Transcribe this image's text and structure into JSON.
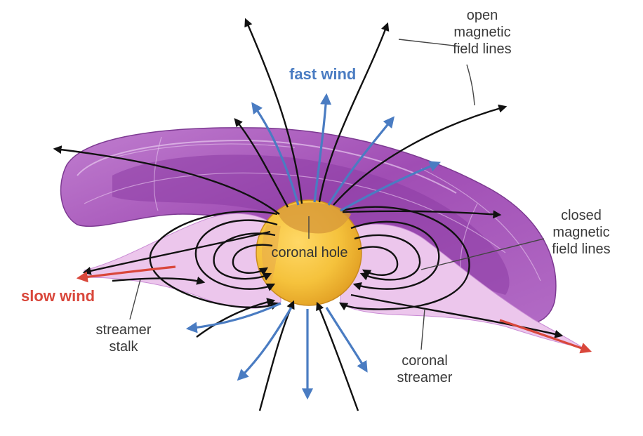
{
  "labels": {
    "open_field_lines": [
      "open",
      "magnetic",
      "field lines"
    ],
    "fast_wind": "fast wind",
    "closed_field_lines": [
      "closed",
      "magnetic",
      "field lines"
    ],
    "coronal_hole": "coronal hole",
    "slow_wind": "slow wind",
    "streamer_stalk": [
      "streamer",
      "stalk"
    ],
    "coronal_streamer": [
      "coronal",
      "streamer"
    ]
  },
  "colors": {
    "fast_wind": "#4a7cc2",
    "slow_wind": "#d9473b",
    "field_lines": "#111111",
    "sun": "#f2b630",
    "disk": "#a558b8",
    "streamer": "#ecc6ec",
    "label_text": "#3a3a3a"
  }
}
